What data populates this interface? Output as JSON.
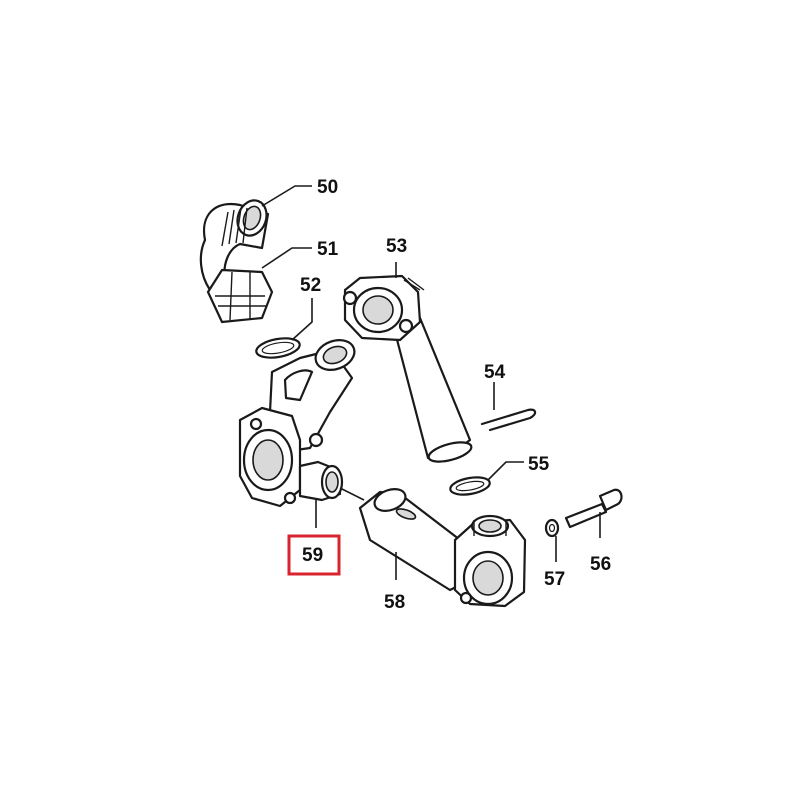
{
  "highlight_color": "#d9232e",
  "highlighted_part": "59",
  "callouts": [
    {
      "id": "50",
      "label": "50"
    },
    {
      "id": "51",
      "label": "51"
    },
    {
      "id": "52",
      "label": "52"
    },
    {
      "id": "53",
      "label": "53"
    },
    {
      "id": "54",
      "label": "54"
    },
    {
      "id": "55",
      "label": "55"
    },
    {
      "id": "56",
      "label": "56"
    },
    {
      "id": "57",
      "label": "57"
    },
    {
      "id": "58",
      "label": "58"
    },
    {
      "id": "59",
      "label": "59"
    }
  ]
}
